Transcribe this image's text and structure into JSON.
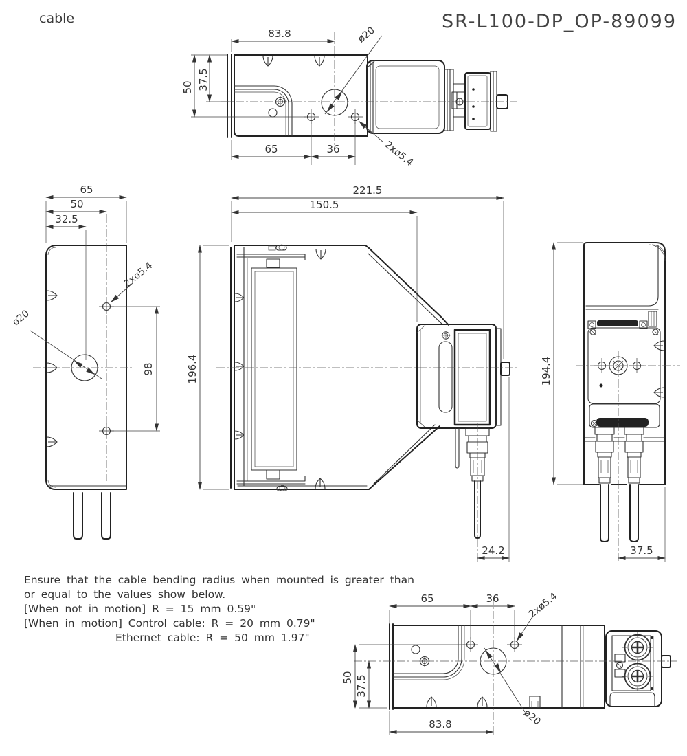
{
  "header": {
    "corner_label": "cable",
    "title": "SR-L100-DP_OP-89099"
  },
  "notes": {
    "line1": "Ensure that the cable bending radius when mounted is greater than",
    "line2": "or equal to the values show below.",
    "line3": "[When not in motion] R = 15 mm 0.59\"",
    "line4": "[When in motion] Control cable: R = 20 mm 0.79\"",
    "line5": "Ethernet cable: R = 50 mm 1.97\""
  },
  "views": {
    "top": {
      "dim_width": "83.8",
      "dim_h_outer": "50",
      "dim_h_inner": "37.5",
      "dim_span1": "65",
      "dim_span2": "36",
      "dim_hole": "ø20",
      "dim_mount": "2xø5.4"
    },
    "left": {
      "dim_w1": "65",
      "dim_w2": "50",
      "dim_w3": "32.5",
      "dim_mount": "2xø5.4",
      "dim_hole": "ø20",
      "dim_pitch": "98"
    },
    "front": {
      "dim_total": "221.5",
      "dim_body": "150.5",
      "dim_height": "196.4",
      "dim_cable": "24.2"
    },
    "right": {
      "dim_height": "194.4",
      "dim_cable": "37.5"
    },
    "bottom": {
      "dim_span1": "65",
      "dim_span2": "36",
      "dim_mount": "2xø5.4",
      "dim_h_outer": "50",
      "dim_h_inner": "37.5",
      "dim_width": "83.8",
      "dim_hole": "ø20"
    }
  },
  "colors": {
    "line": "#222222",
    "background": "#ffffff"
  }
}
